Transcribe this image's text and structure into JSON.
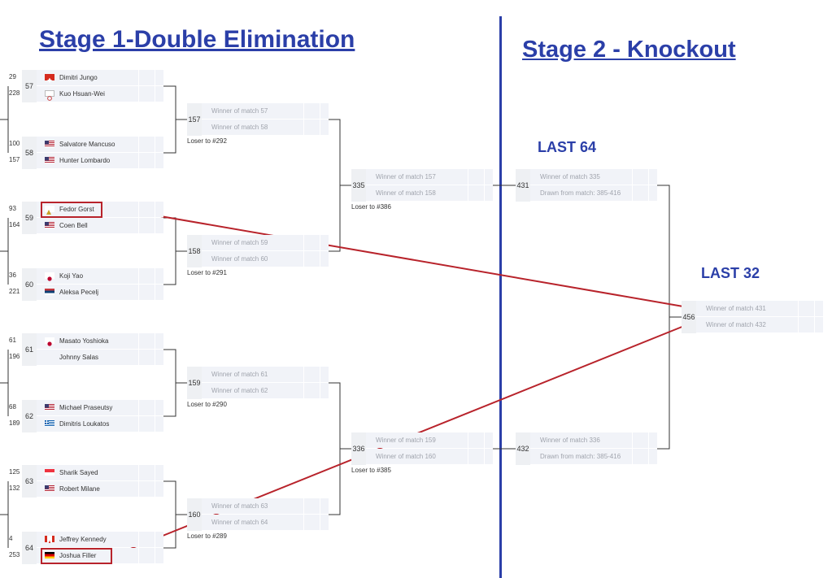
{
  "headings": {
    "stage1": "Stage 1-Double Elimination",
    "stage2": "Stage 2 - Knockout",
    "last64": "LAST 64",
    "last32": "LAST 32"
  },
  "round1": [
    {
      "num": "57",
      "seeds": [
        "29",
        "228"
      ],
      "players": [
        {
          "name": "Dimitri Jungo",
          "flag": "switzerland"
        },
        {
          "name": "Kuo Hsuan-Wei",
          "flag": "taipei"
        }
      ]
    },
    {
      "num": "58",
      "seeds": [
        "100",
        "157"
      ],
      "players": [
        {
          "name": "Salvatore Mancuso",
          "flag": "usa"
        },
        {
          "name": "Hunter Lombardo",
          "flag": "usa"
        }
      ]
    },
    {
      "num": "59",
      "seeds": [
        "93",
        "164"
      ],
      "players": [
        {
          "name": "Fedor Gorst",
          "flag": "generic"
        },
        {
          "name": "Coen Bell",
          "flag": "usa"
        }
      ]
    },
    {
      "num": "60",
      "seeds": [
        "36",
        "221"
      ],
      "players": [
        {
          "name": "Koji Yao",
          "flag": "japan"
        },
        {
          "name": "Aleksa Pecelj",
          "flag": "serbia"
        }
      ]
    },
    {
      "num": "61",
      "seeds": [
        "61",
        "196"
      ],
      "players": [
        {
          "name": "Masato Yoshioka",
          "flag": "japan"
        },
        {
          "name": "Johnny Salas",
          "flag": "none"
        }
      ]
    },
    {
      "num": "62",
      "seeds": [
        "68",
        "189"
      ],
      "players": [
        {
          "name": "Michael Praseutsy",
          "flag": "usa"
        },
        {
          "name": "Dimitris Loukatos",
          "flag": "greece"
        }
      ]
    },
    {
      "num": "63",
      "seeds": [
        "125",
        "132"
      ],
      "players": [
        {
          "name": "Sharik Sayed",
          "flag": "singapore"
        },
        {
          "name": "Robert Milane",
          "flag": "usa"
        }
      ]
    },
    {
      "num": "64",
      "seeds": [
        "4",
        "253"
      ],
      "players": [
        {
          "name": "Jeffrey Kennedy",
          "flag": "canada"
        },
        {
          "name": "Joshua Filler",
          "flag": "germany"
        }
      ]
    }
  ],
  "round2": [
    {
      "num": "157",
      "rows": [
        "Winner of match 57",
        "Winner of match 58"
      ],
      "loser": "Loser to #292"
    },
    {
      "num": "158",
      "rows": [
        "Winner of match 59",
        "Winner of match 60"
      ],
      "loser": "Loser to #291"
    },
    {
      "num": "159",
      "rows": [
        "Winner of match 61",
        "Winner of match 62"
      ],
      "loser": "Loser to #290"
    },
    {
      "num": "160",
      "rows": [
        "Winner of match 63",
        "Winner of match 64"
      ],
      "loser": "Loser to #289"
    }
  ],
  "round3": [
    {
      "num": "335",
      "rows": [
        "Winner of match 157",
        "Winner of match 158"
      ],
      "loser": "Loser to #386"
    },
    {
      "num": "336",
      "rows": [
        "Winner of match 159",
        "Winner of match 160"
      ],
      "loser": "Loser to #385"
    }
  ],
  "last64": [
    {
      "num": "431",
      "rows": [
        "Winner of match 335",
        "Drawn from match: 385-416"
      ]
    },
    {
      "num": "432",
      "rows": [
        "Winner of match 336",
        "Drawn from match: 385-416"
      ]
    }
  ],
  "last32": [
    {
      "num": "456",
      "rows": [
        "Winner of match 431",
        "Winner of match 432"
      ]
    }
  ],
  "colors": {
    "accent_blue": "#2b3fa8",
    "highlight_red": "#b8232b",
    "cell_bg": "#f1f3f8",
    "bracket_line": "#333333"
  }
}
